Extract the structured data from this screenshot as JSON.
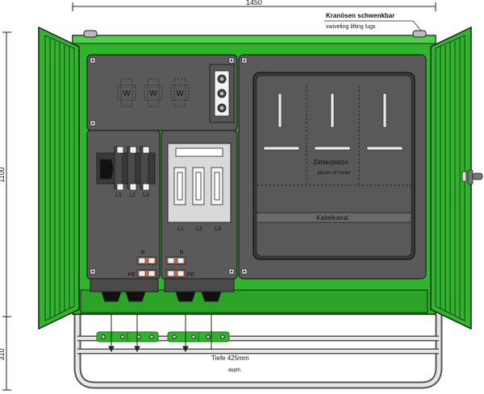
{
  "dimensions": {
    "width_label": "1450",
    "height_label": "1100",
    "base_height_label": "310"
  },
  "callout": {
    "title": "Kranösen schwenkbar",
    "subtitle": "swiveling lifting lugs"
  },
  "meter_area": {
    "title": "Zählerplätze",
    "subtitle": "places of meter",
    "channel_label": "Kabelkanal"
  },
  "switch_left": {
    "phases": [
      "L1",
      "L2",
      "L3"
    ]
  },
  "switch_right": {
    "phases": [
      "L1",
      "L2",
      "L3"
    ]
  },
  "busbars": {
    "left": {
      "neutral": "N",
      "earth": "PE"
    },
    "right": {
      "neutral": "N",
      "earth": "PE"
    }
  },
  "fuse_symbol_label": "W",
  "depth": {
    "label": "Tiefe 425mm",
    "sublabel": "depth"
  },
  "colors": {
    "enclosure_green": "#2fb52b",
    "panel_grey": "#5a5a5a",
    "meter_frame": "#3a3a3a"
  }
}
